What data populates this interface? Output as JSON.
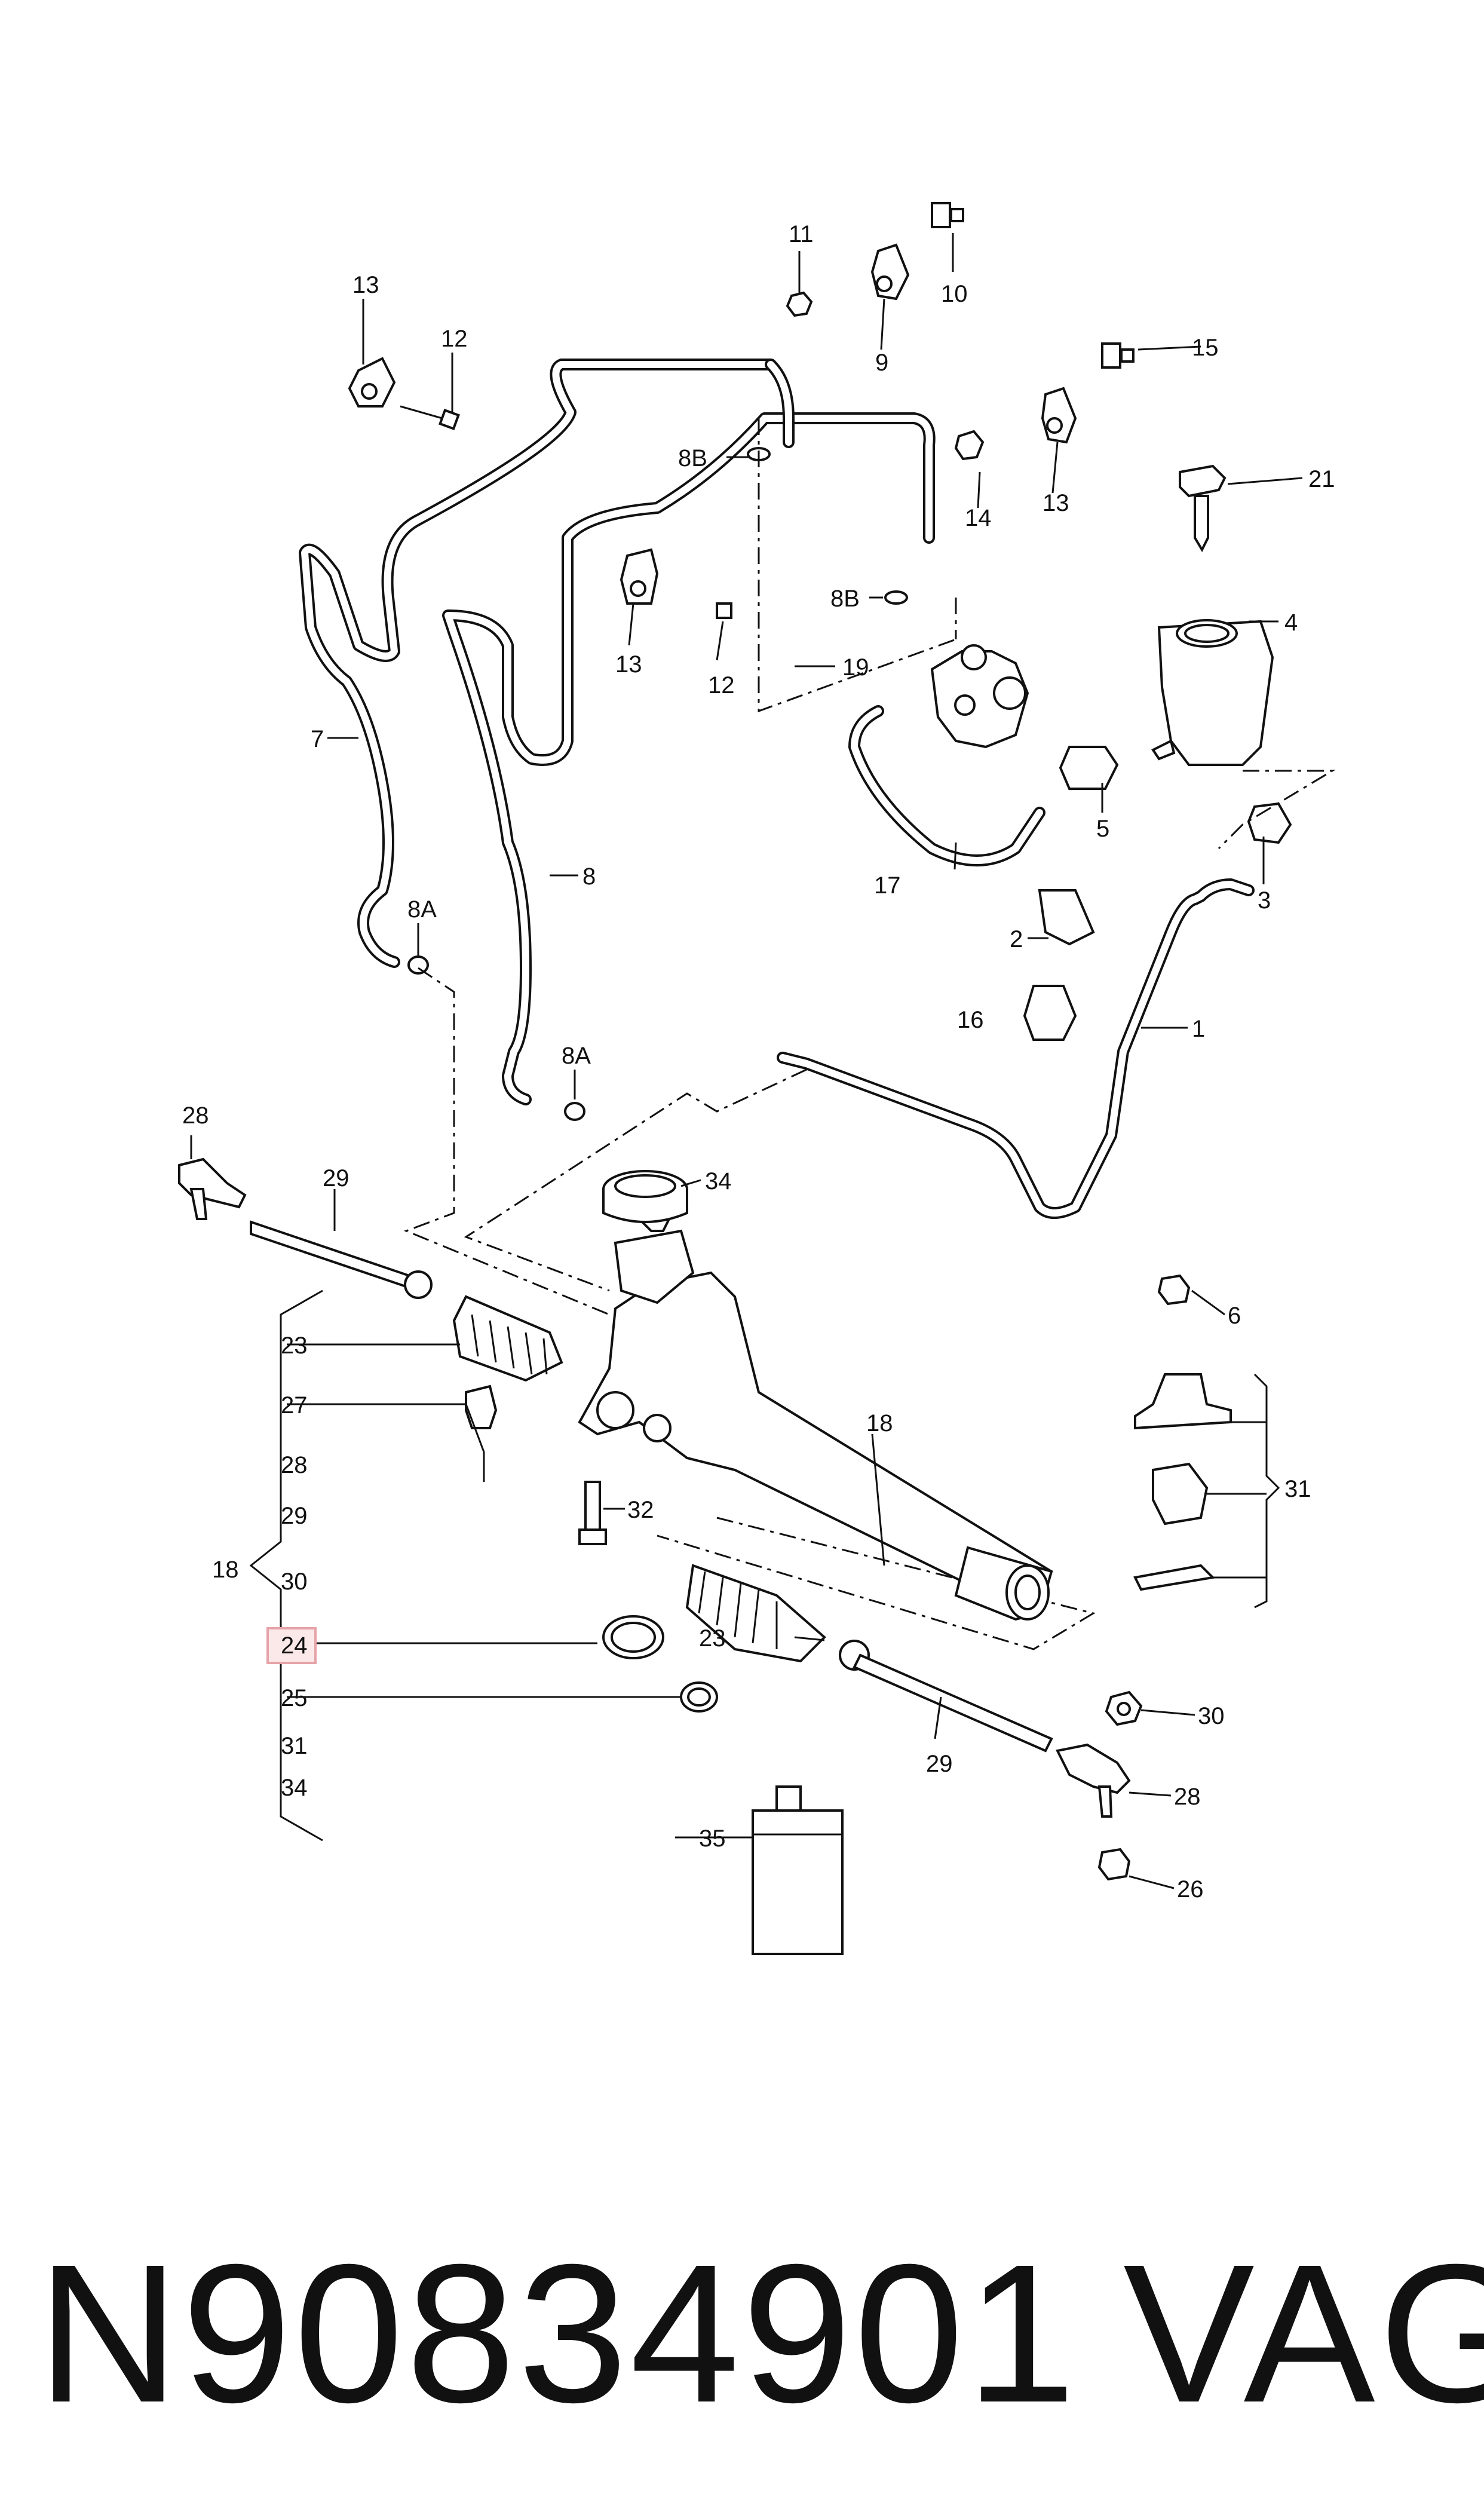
{
  "diagram": {
    "callouts": {
      "c1": "1",
      "c2": "2",
      "c3": "3",
      "c4": "4",
      "c5": "5",
      "c6": "6",
      "c7": "7",
      "c8": "8",
      "c8A_left": "8A",
      "c8A_mid": "8A",
      "c8B_top": "8B",
      "c8B_mid": "8B",
      "c9": "9",
      "c10": "10",
      "c11": "11",
      "c12_top": "12",
      "c12_mid": "12",
      "c13_top": "13",
      "c13_mid": "13",
      "c13_right": "13",
      "c14": "14",
      "c15": "15",
      "c16": "16",
      "c17": "17",
      "c18_rack": "18",
      "c18_bracket": "18",
      "c19": "19",
      "c21": "21",
      "c23_left": "23",
      "c23_right": "23",
      "c24": "24",
      "c25": "25",
      "c26": "26",
      "c27": "27",
      "c28_left": "28",
      "c28_right": "28",
      "c28_list": "28",
      "c29_left": "29",
      "c29_right": "29",
      "c29_list": "29",
      "c30_right": "30",
      "c30_list": "30",
      "c31_bracket": "31",
      "c31_list": "31",
      "c32": "32",
      "c34_top": "34",
      "c34_list": "34",
      "c35": "35"
    },
    "highlighted_callout": "24",
    "highlight_color": "#e6a3a8"
  },
  "footer": {
    "part_number": "N90834901",
    "brand": "VAG"
  }
}
